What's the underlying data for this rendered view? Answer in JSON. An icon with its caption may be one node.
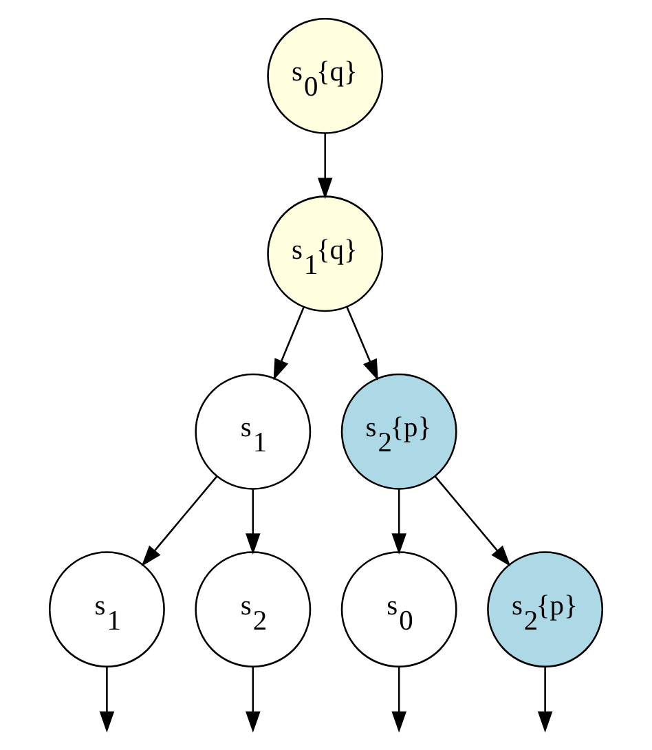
{
  "diagram": {
    "nodes": [
      {
        "text": [
          "s$_{0}${q}"
        ]
      },
      {
        "text": [
          "s$_{1}${q}"
        ]
      },
      {
        "text": [
          "s$_{1}$"
        ]
      },
      {
        "text": [
          "s$_{2}${p}"
        ]
      },
      {
        "text": [
          "s$_{1}$"
        ]
      },
      {
        "text": [
          "s$_{2}$"
        ]
      },
      {
        "text": [
          "s$_{0}$"
        ]
      },
      {
        "text": [
          "s$_{2}${p}"
        ]
      }
    ],
    "edges": [
      {
        "from": 0,
        "to": 1,
        "arrow": "to"
      },
      {
        "from": 1,
        "to": 2,
        "arrow": "to"
      },
      {
        "from": 1,
        "to": 3,
        "arrow": "to"
      },
      {
        "from": 2,
        "to": 4,
        "arrow": "to"
      },
      {
        "from": 2,
        "to": 5,
        "arrow": "to"
      },
      {
        "from": 3,
        "to": 6,
        "arrow": "to"
      },
      {
        "from": 3,
        "to": 7,
        "arrow": "to"
      },
      {
        "from": 4,
        "to": null,
        "arrow": "to"
      },
      {
        "from": 5,
        "to": null,
        "arrow": "to"
      },
      {
        "from": 6,
        "to": null,
        "arrow": "to"
      },
      {
        "from": 7,
        "to": null,
        "arrow": "to"
      }
    ]
  }
}
